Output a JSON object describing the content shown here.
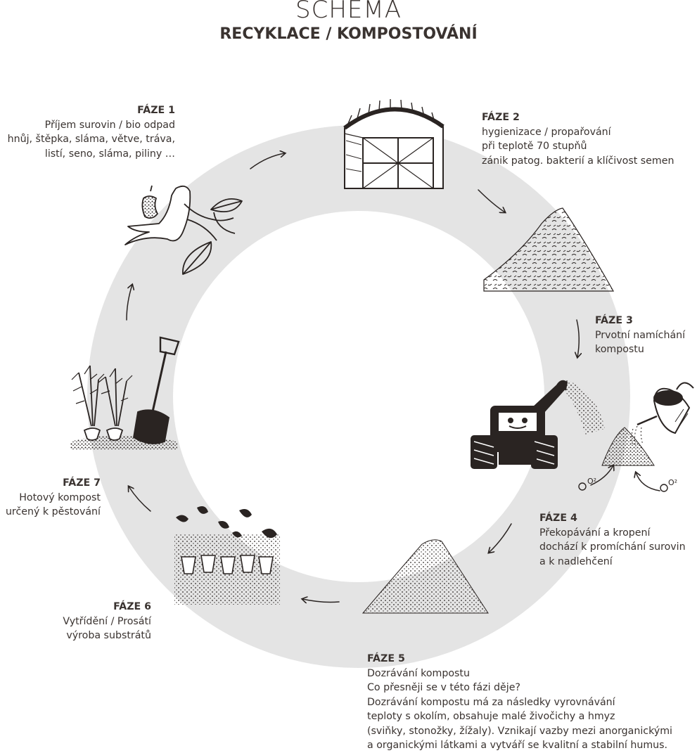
{
  "header": {
    "title": "SCHEMA",
    "subtitle": "RECYKLACE / KOMPOSTOVÁNÍ"
  },
  "phases": [
    {
      "heading": "FÁZE 1",
      "lines": [
        "Příjem surovin / bio odpad",
        "hnůj, štěpka, sláma, větve, tráva,",
        "listí, seno, sláma, piliny …"
      ]
    },
    {
      "heading": "FÁZE 2",
      "lines": [
        "hygienizace / propařování",
        "při teplotě 70 stupňů",
        "zánik patog. bakterií a klíčivost semen"
      ]
    },
    {
      "heading": "FÁZE 3",
      "lines": [
        "Prvotní namíchání",
        "kompostu"
      ]
    },
    {
      "heading": "FÁZE 4",
      "lines": [
        "Překopávání a kropení",
        "dochází k promíchání surovin",
        "a k nadlehčení"
      ]
    },
    {
      "heading": "FÁZE 5",
      "lines": [
        "Dozrávání kompostu",
        "Co přesněji se v této fázi děje?",
        "Dozrávání kompostu má za následky vyrovnávání",
        "teploty s okolím, obsahuje malé živočichy a hmyz",
        "(sviňky, stonožky, žížaly). Vznikají vazby mezi anorganickými",
        "a organickými látkami a vytváří se kvalitní a stabilní humus."
      ]
    },
    {
      "heading": "FÁZE 6",
      "lines": [
        "Vytřídění / Prosátí",
        "výroba substrátů"
      ]
    },
    {
      "heading": "FÁZE 7",
      "lines": [
        "Hotový kompost",
        "určený k pěstování"
      ]
    }
  ],
  "oxygen_labels": [
    "O²",
    "O²"
  ],
  "colors": {
    "ring": "#e4e4e4",
    "text": "#3a3330",
    "ink": "#2a2422"
  }
}
